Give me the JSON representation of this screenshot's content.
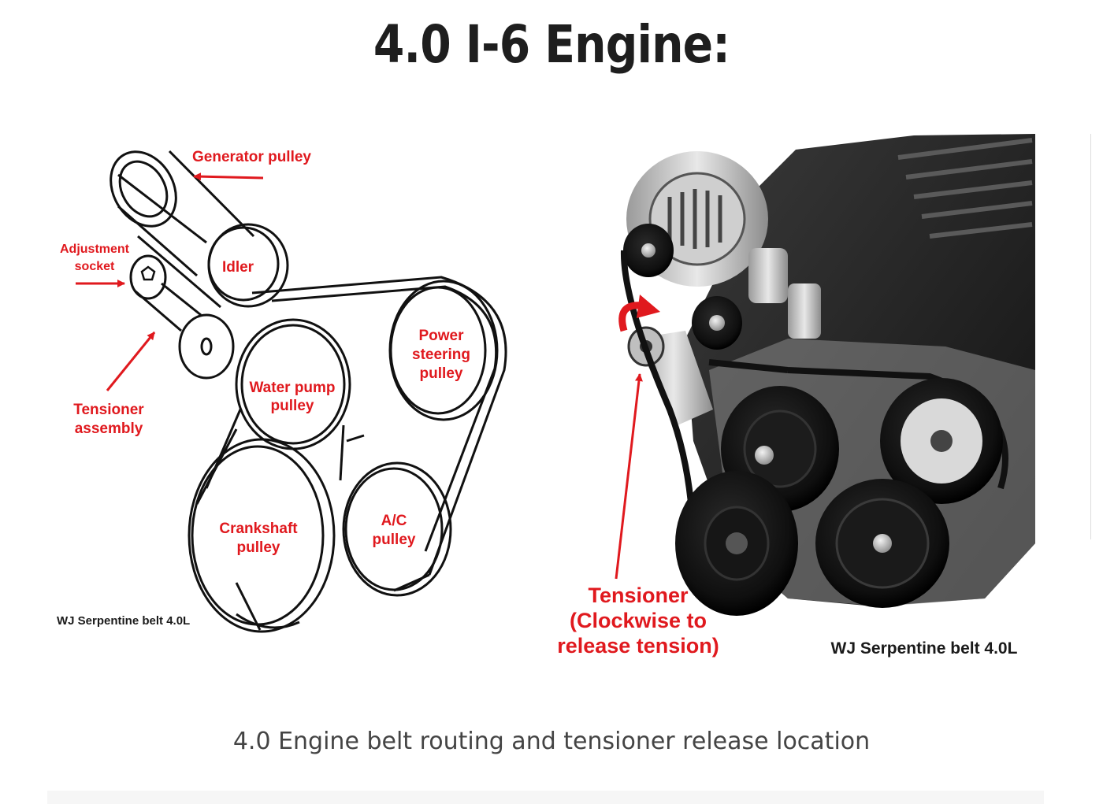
{
  "page": {
    "title": "4.0 I-6 Engine:"
  },
  "diagram": {
    "labels": {
      "generator": "Generator pulley",
      "adjustment_1": "Adjustment",
      "adjustment_2": "socket",
      "idler": "Idler",
      "tensioner_1": "Tensioner",
      "tensioner_2": "assembly",
      "power_1": "Power",
      "power_2": "steering",
      "power_3": "pulley",
      "water_1": "Water pump",
      "water_2": "pulley",
      "crank_1": "Crankshaft",
      "crank_2": "pulley",
      "ac_1": "A/C",
      "ac_2": "pulley"
    },
    "caption": "WJ Serpentine belt 4.0L"
  },
  "photo": {
    "tensioner_1": "Tensioner",
    "tensioner_2": "(Clockwise to",
    "tensioner_3": "release tension)",
    "caption": "WJ Serpentine belt 4.0L"
  },
  "figure_caption": "4.0 Engine belt routing and tensioner release location",
  "colors": {
    "label_red": "#e0191e",
    "title": "#1e1e1e",
    "caption_gray": "#444444"
  }
}
